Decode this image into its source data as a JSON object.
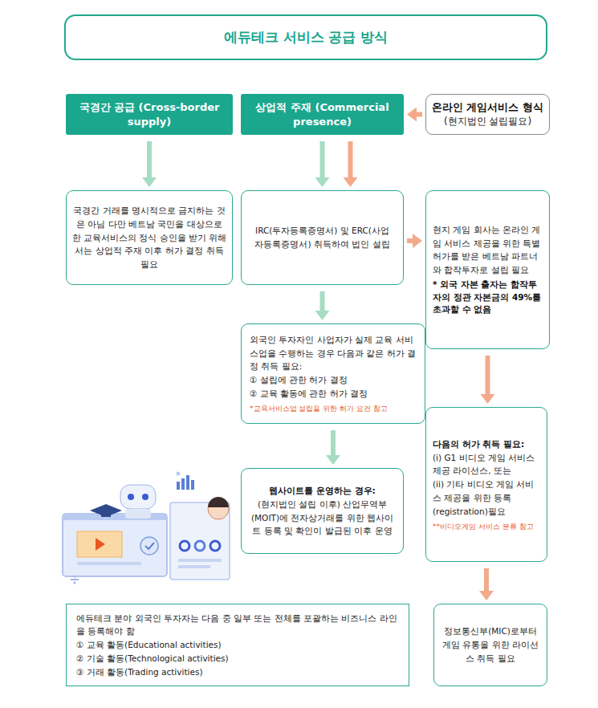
{
  "diagram": {
    "title": "에듀테크 서비스 공급 방식",
    "nodes": [
      {
        "text": [
          "국경간 공급 (Cross-border supply)"
        ]
      },
      {
        "text": [
          "상업적 주재 (Commercial presence)"
        ]
      },
      {
        "text": [
          "온라인 게임서비스 형식",
          "(현지법인 설립필요)"
        ]
      },
      {
        "text": [
          "국경간 거래를 명시적으로 금지하는 것은 아님 다만 베트남 국민을 대상으로 한 교육서비스의 정식 승인을 받기 위해서는 상업적 주재 이후 허가 결정 취득 필요"
        ]
      },
      {
        "text": [
          "IRC(투자등록증명서) 및 ERC(사업자등록증명서) 취득하여 법인 설립"
        ]
      },
      {
        "text": [
          "현지 게임 회사는 온라인 게임 서비스 제공을 위한 특별 허가를 받은 베트남 파트너와 합작투자로 설립 필요",
          "* 외국 자본 출자는 합작투자의 정관 자본금의 49%를 초과할 수 없음"
        ]
      },
      {
        "text": [
          "외국인 투자자인 사업자가 실제 교육 서비스업을 수행하는 경우 다음과 같은 허가 결정 취득 필요:",
          "① 설립에 관한 허가 결정",
          "② 교육 활동에 관한 허가 결정",
          "*교육서비스업 설립을 위한 허가 요건 참고"
        ]
      },
      {
        "text": [
          "웹사이트를 운영하는 경우:",
          "(현지법인 설립 이후) 산업무역부(MOIT)에 전자상거래를 위한 웹사이트 등록 및 확인이 발급된 이후 운영"
        ]
      },
      {
        "text": [
          "다음의 허가 취득 필요:",
          "(i) G1 비디오 게임 서비스 제공 라이선스, 또는",
          "(ii) 기타 비디오 게임 서비스 제공을 위한 등록(registration)필요",
          "**비디오게임 서비스 분류 참고"
        ]
      },
      {
        "text": [
          "정보통신부(MIC)로부터 게임 유통을 위한 라이선스 취득 필요"
        ]
      },
      {
        "text": [
          "에듀테크 분야 외국인 투자자는 다음 중 일부 또는 전체를 포괄하는 비즈니스 라인을 등록해야 함",
          "① 교육 활동(Educational activities)",
          "② 기술 활동(Technological activities)",
          "③ 거래 활동(Trading activities)"
        ]
      }
    ],
    "edges": [
      {
        "from": 0,
        "to": 3,
        "arrow": "to"
      },
      {
        "from": 1,
        "to": 4,
        "arrow": "to"
      },
      {
        "from": 2,
        "to": 1,
        "arrow": "to"
      },
      {
        "from": 1,
        "to": 4,
        "arrow": "to"
      },
      {
        "from": 4,
        "to": 5,
        "arrow": "to"
      },
      {
        "from": 4,
        "to": 6,
        "arrow": "to"
      },
      {
        "from": 6,
        "to": 7,
        "arrow": "to"
      },
      {
        "from": 5,
        "to": 8,
        "arrow": "to"
      },
      {
        "from": 8,
        "to": 9,
        "arrow": "to"
      }
    ]
  }
}
